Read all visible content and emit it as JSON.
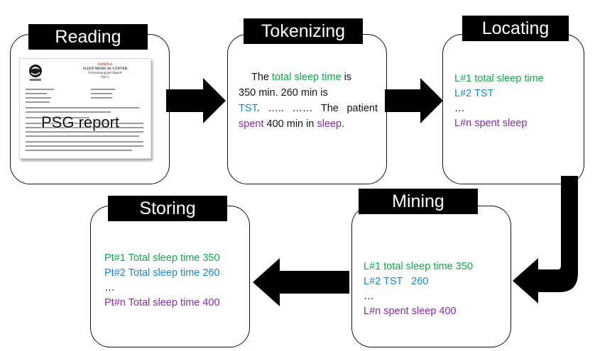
{
  "steps": {
    "reading": {
      "title": "Reading",
      "image_label": "PSG report",
      "report": {
        "sample": "SAMPLE",
        "center": "SLEEP MEDICAL CENTER",
        "report_title": "Polysomnogram Report",
        "part": "Part 1"
      }
    },
    "tokenizing": {
      "title": "Tokenizing",
      "lines": [
        [
          {
            "t": "The ",
            "c": "black"
          },
          {
            "t": "total sleep time",
            "c": "green"
          },
          {
            "t": " is",
            "c": "black"
          }
        ],
        [
          {
            "t": "350 min. 260 min is",
            "c": "black"
          }
        ],
        [
          {
            "t": "TST",
            "c": "blue"
          },
          {
            "t": ". ….. …… The patient",
            "c": "black"
          }
        ],
        [
          {
            "t": "spent",
            "c": "purple"
          },
          {
            "t": " 400 min in ",
            "c": "black"
          },
          {
            "t": "sleep",
            "c": "purple"
          },
          {
            "t": ".",
            "c": "black"
          }
        ]
      ]
    },
    "locating": {
      "title": "Locating",
      "lines": [
        {
          "t": "L#1 total sleep time",
          "c": "green"
        },
        {
          "t": "L#2 TST",
          "c": "blue"
        },
        {
          "t": "…",
          "c": "black"
        },
        {
          "t": "L#n spent sleep",
          "c": "purple"
        }
      ]
    },
    "mining": {
      "title": "Mining",
      "lines": [
        {
          "t": "L#1 total sleep time 350",
          "c": "green"
        },
        {
          "t": "L#2 TST   260",
          "c": "blue"
        },
        {
          "t": "…",
          "c": "black"
        },
        {
          "t": "L#n spent sleep 400",
          "c": "purple"
        }
      ]
    },
    "storing": {
      "title": "Storing",
      "lines": [
        {
          "t": "Pt#1 Total sleep time 350",
          "c": "green"
        },
        {
          "t": "Pt#2 Total sleep time 260",
          "c": "blue"
        },
        {
          "t": "…",
          "c": "black"
        },
        {
          "t": "Pt#n Total sleep time 400",
          "c": "purple"
        }
      ]
    }
  },
  "colors": {
    "green": "#13a84a",
    "blue": "#1a86c8",
    "purple": "#8a2ba3",
    "arrow": "#000000"
  }
}
